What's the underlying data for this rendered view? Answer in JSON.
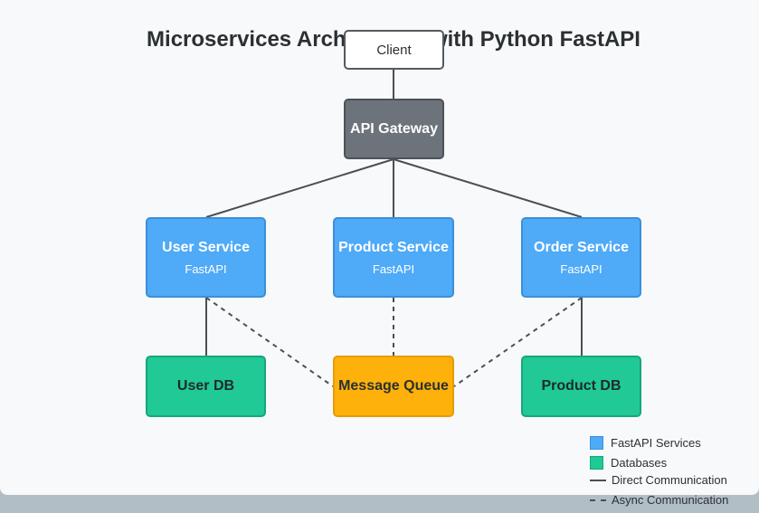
{
  "title": "Microservices Architecture with Python FastAPI",
  "nodes": {
    "client": "Client",
    "gateway": "API Gateway",
    "user_service": {
      "name": "User Service",
      "framework": "FastAPI"
    },
    "product_service": {
      "name": "Product Service",
      "framework": "FastAPI"
    },
    "order_service": {
      "name": "Order Service",
      "framework": "FastAPI"
    },
    "user_db": "User DB",
    "message_queue": "Message Queue",
    "product_db": "Product DB"
  },
  "connections": [
    {
      "from": "client",
      "to": "gateway",
      "style": "direct"
    },
    {
      "from": "gateway",
      "to": "user_service",
      "style": "direct"
    },
    {
      "from": "gateway",
      "to": "product_service",
      "style": "direct"
    },
    {
      "from": "gateway",
      "to": "order_service",
      "style": "direct"
    },
    {
      "from": "user_service",
      "to": "user_db",
      "style": "direct"
    },
    {
      "from": "order_service",
      "to": "product_db",
      "style": "direct"
    },
    {
      "from": "user_service",
      "to": "message_queue",
      "style": "async"
    },
    {
      "from": "product_service",
      "to": "message_queue",
      "style": "async"
    },
    {
      "from": "order_service",
      "to": "message_queue",
      "style": "async"
    }
  ],
  "legend": {
    "services": "FastAPI Services",
    "databases": "Databases",
    "direct": "Direct Communication",
    "async": "Async Communication"
  },
  "colors": {
    "service": "#4faaf7",
    "database": "#20c995",
    "queue": "#fdb10a",
    "gateway": "#6c737a",
    "line": "#4a4f55"
  }
}
